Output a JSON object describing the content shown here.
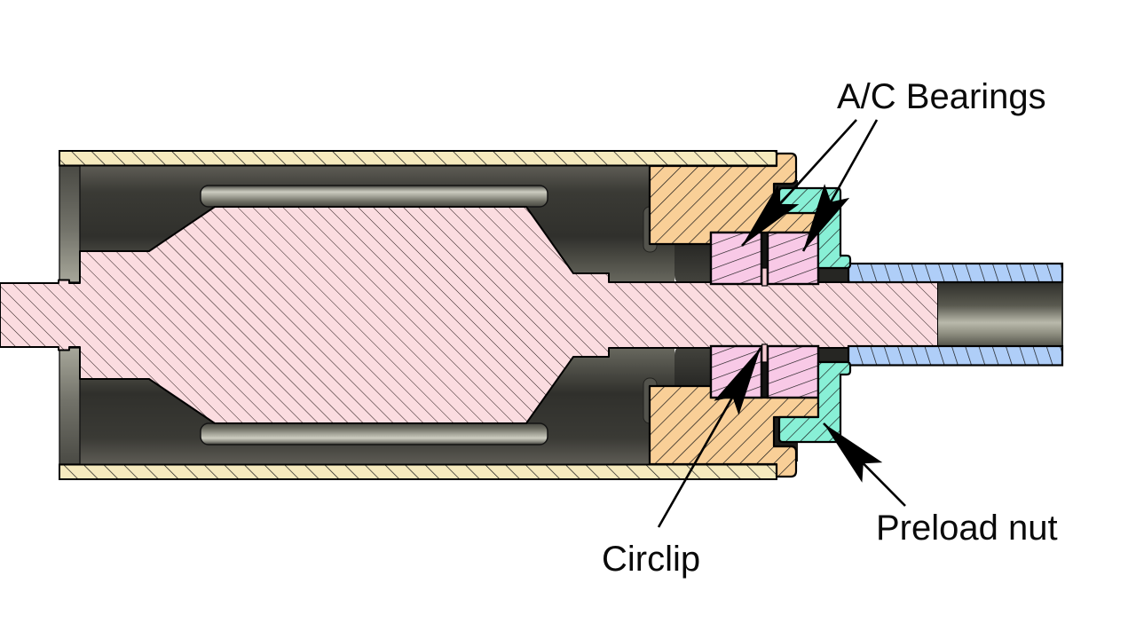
{
  "diagram": {
    "type": "spindle-motor-cross-section",
    "labels": {
      "bearings": "A/C Bearings",
      "circlip": "Circlip",
      "preload_nut": "Preload nut"
    },
    "colors": {
      "housing_tube": "#F6EABE",
      "end_cap": "#F9CF97",
      "shaft": "#FBDCE0",
      "bearing": "#F8C9E6",
      "preload_nut": "#88F0D6",
      "spindle_tube": "#AFCEF8",
      "circlip": "#F6CBD2",
      "outline": "#000000",
      "label_text": "#0A0A0A",
      "background": "#FFFFFF"
    }
  }
}
